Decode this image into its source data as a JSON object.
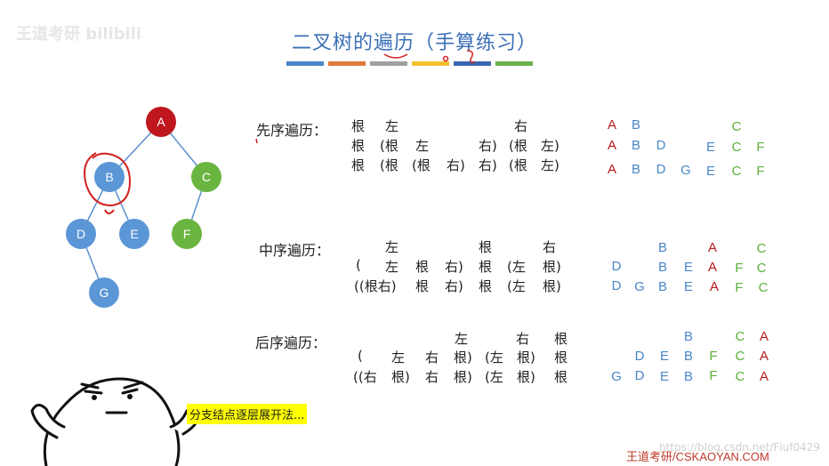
{
  "title": "二叉树的遍历（手算练习）",
  "watermark_top": "王道考研 bilibili",
  "watermark_bottom": "https://blog.csdn.net/Fluf0429",
  "brand": "王道考研/CSKAOYAN.COM",
  "note": "分支结点逐层展开法...",
  "colors": {
    "red": "#b5161b",
    "blue": "#4a86c8",
    "green": "#5cb038",
    "title": "#3b6fb6"
  },
  "tree": {
    "nodes": [
      "A",
      "B",
      "C",
      "D",
      "E",
      "F",
      "G"
    ]
  },
  "preorder": {
    "label": "先序遍历：",
    "row1": {
      "c1": "根",
      "c2": "左",
      "c6": "右"
    },
    "row2": {
      "c1": "根",
      "c2": "(根",
      "c3": "左",
      "c5": "右)",
      "c6": "(根",
      "c7": "左)"
    },
    "row3": {
      "c1": "根",
      "c2": "(根",
      "c3": "(根",
      "c4": "右)",
      "c5": "右)",
      "c6": "(根",
      "c7": "左)"
    },
    "res1": [
      "A",
      "B",
      "C"
    ],
    "res2": [
      "A",
      "B",
      "D",
      "E",
      "C",
      "F"
    ],
    "res3": [
      "A",
      "B",
      "D",
      "G",
      "E",
      "C",
      "F"
    ]
  },
  "inorder": {
    "label": "中序遍历：",
    "row1": {
      "c2": "左",
      "c5": "根",
      "c7": "右"
    },
    "row2": {
      "c1": "(",
      "c2": "左",
      "c3": "根",
      "c4": "右)",
      "c5": "根",
      "c6": "(左",
      "c7": "根)"
    },
    "row3": {
      "c1": "((根右)",
      "c3": "根",
      "c4": "右)",
      "c5": "根",
      "c6": "(左",
      "c7": "根)"
    },
    "res1": [
      "B",
      "A",
      "C"
    ],
    "res2": [
      "D",
      "B",
      "E",
      "A",
      "F",
      "C"
    ],
    "res3": [
      "D",
      "G",
      "B",
      "E",
      "A",
      "F",
      "C"
    ]
  },
  "postorder": {
    "label": "后序遍历：",
    "row1": {
      "c3": "左",
      "c5": "右",
      "c6": "根"
    },
    "row2": {
      "c1": "(",
      "c2": "左",
      "c3": "右",
      "c4": "根)",
      "c5": "(左",
      "c6": "根)",
      "c7": "根"
    },
    "row3": {
      "c1": "((右",
      "c2": "根)",
      "c3": "右",
      "c4": "根)",
      "c5": "(左",
      "c6": "根)",
      "c7": "根"
    },
    "res1": [
      "B",
      "C",
      "A"
    ],
    "res2": [
      "D",
      "E",
      "B",
      "F",
      "C",
      "A"
    ],
    "res3": [
      "G",
      "D",
      "E",
      "B",
      "F",
      "C",
      "A"
    ]
  }
}
